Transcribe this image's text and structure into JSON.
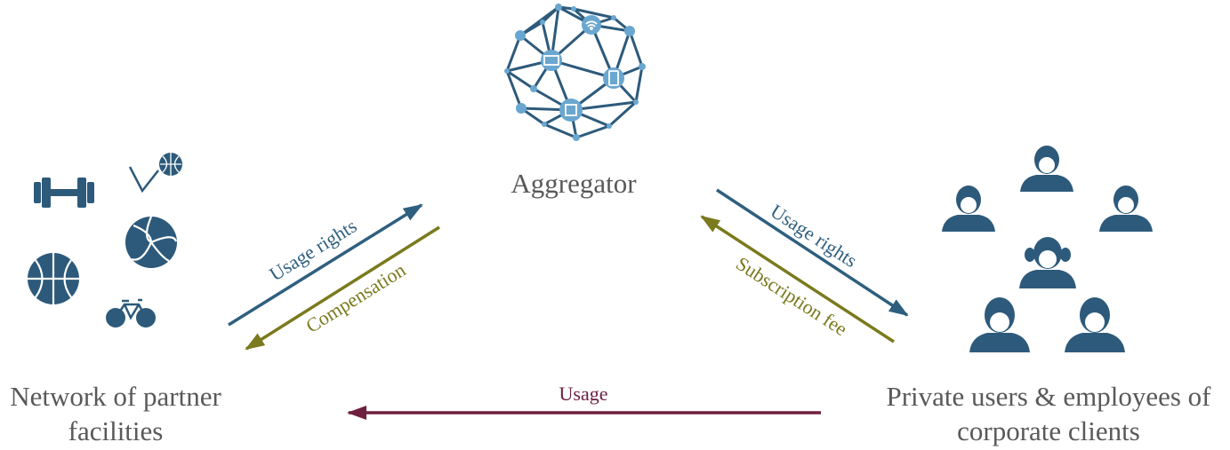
{
  "nodes": {
    "aggregator": "Aggregator",
    "partners_line1": "Network of partner",
    "partners_line2": "facilities",
    "users_line1": "Private users & employees of",
    "users_line2": "corporate clients"
  },
  "edges": {
    "usage_rights_left": "Usage rights",
    "compensation": "Compensation",
    "usage_rights_right": "Usage rights",
    "subscription_fee": "Subscription fee",
    "usage": "Usage"
  },
  "colors": {
    "blue": "#2f5f7f",
    "olive": "#7a7a1e",
    "maroon": "#6e1f3d",
    "network": "#2d5a7b",
    "network_node": "#6aa7d0",
    "label_gray": "#595959"
  },
  "icons": {
    "aggregator": "network-globe-icon",
    "partners": [
      "dumbbell-icon",
      "volleyball-icon",
      "basketball-icon",
      "bicycle-icon",
      "ball-bounce-icon"
    ],
    "users": "people-group-icon"
  }
}
